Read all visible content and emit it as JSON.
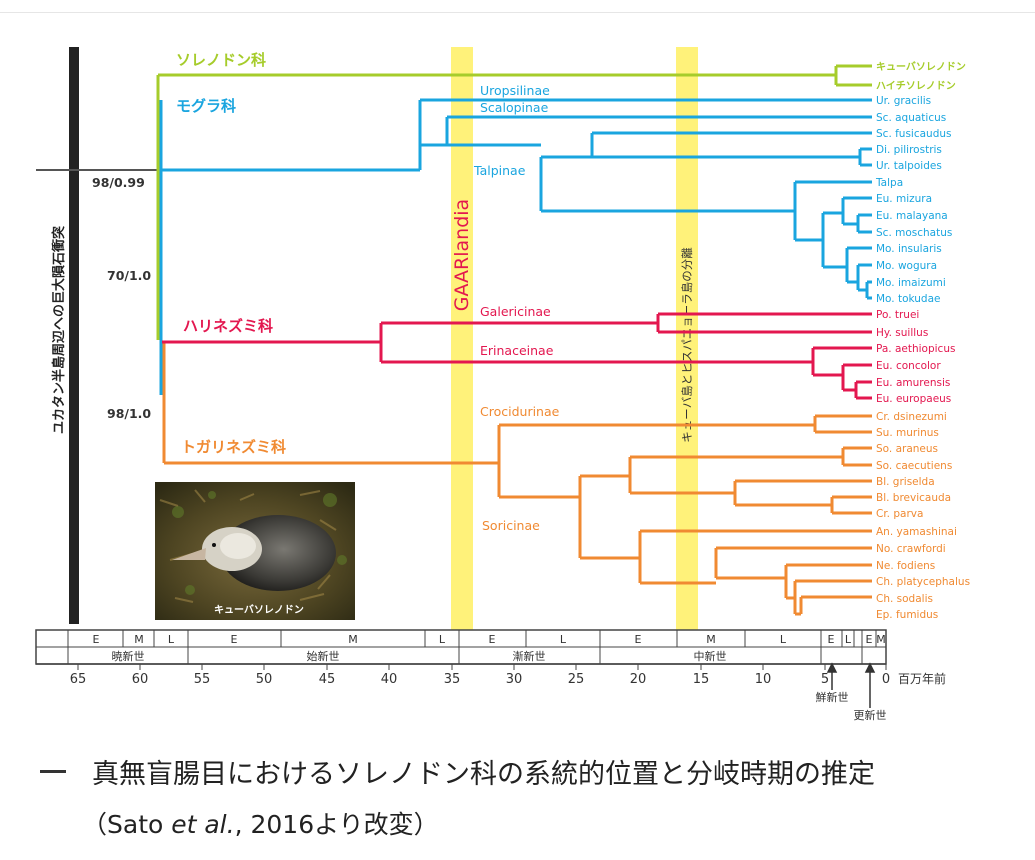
{
  "colors": {
    "soleno": "#a6cc2b",
    "mogura": "#1aa5df",
    "hari": "#e3174f",
    "toga": "#f08a32",
    "band": "#fff27a",
    "axis": "#444444",
    "impact": "#222222"
  },
  "families": {
    "soleno": "ソレノドン科",
    "mogura": "モグラ科",
    "hari": "ハリネズミ科",
    "toga": "トガリネズミ科"
  },
  "subfamilies": {
    "uropsilinae": "Uropsilinae",
    "scalopinae": "Scalopinae",
    "talpinae": "Talpinae",
    "galericinae": "Galericinae",
    "erinaceinae": "Erinaceinae",
    "crocidurinae": "Crocidurinae",
    "soricinae": "Soricinae"
  },
  "support": [
    "98/0.99",
    "70/1.0",
    "98/1.0"
  ],
  "vertical_labels": {
    "impact": "ユカタン半島周辺への巨大隕石衝突",
    "gaarlandia": "GAARlandia",
    "cuba_split": "キューバ島とヒスパニョーラ島の分離"
  },
  "photo_caption": "キューバソレノドン",
  "taxa": {
    "soleno": [
      "キューバソレノドン",
      "ハイチソレノドン"
    ],
    "mogura": [
      "Ur. gracilis",
      "Sc. aquaticus",
      "Sc. fusicaudus",
      "Di. pilirostris",
      "Ur. talpoides",
      "Talpa",
      "Eu. mizura",
      "Eu. malayana",
      "Sc. moschatus",
      "Mo. insularis",
      "Mo. wogura",
      "Mo. imaizumi",
      "Mo. tokudae"
    ],
    "hari": [
      "Po. truei",
      "Hy. suillus",
      "Pa. aethiopicus",
      "Eu. concolor",
      "Eu. amurensis",
      "Eu. europaeus"
    ],
    "toga": [
      "Cr. dsinezumi",
      "Su. murinus",
      "So. araneus",
      "So. caecutiens",
      "Bl. griselda",
      "Bl. brevicauda",
      "Cr. parva",
      "An. yamashinai",
      "No. crawfordi",
      "Ne. fodiens",
      "Ch. platycephalus",
      "Ch. sodalis",
      "Ep. fumidus"
    ]
  },
  "timescale": {
    "ticks": [
      "65",
      "60",
      "55",
      "50",
      "45",
      "40",
      "35",
      "30",
      "25",
      "20",
      "15",
      "10",
      "5",
      "0"
    ],
    "unit": "百万年前",
    "epochs": [
      "暁新世",
      "始新世",
      "漸新世",
      "中新世"
    ],
    "pliocene": "鮮新世",
    "pleistocene": "更新世",
    "subdivisions": [
      "E",
      "M",
      "L",
      "E",
      "M",
      "L",
      "E",
      "L",
      "E",
      "M",
      "L",
      "E",
      "L",
      "E",
      "M"
    ]
  },
  "caption": {
    "line1": "真無盲腸目におけるソレノドン科の系統的位置と分岐時期の推定",
    "line2_pre": "（Sato ",
    "line2_etal": "et al.",
    "line2_post": ", 2016より改変）"
  }
}
